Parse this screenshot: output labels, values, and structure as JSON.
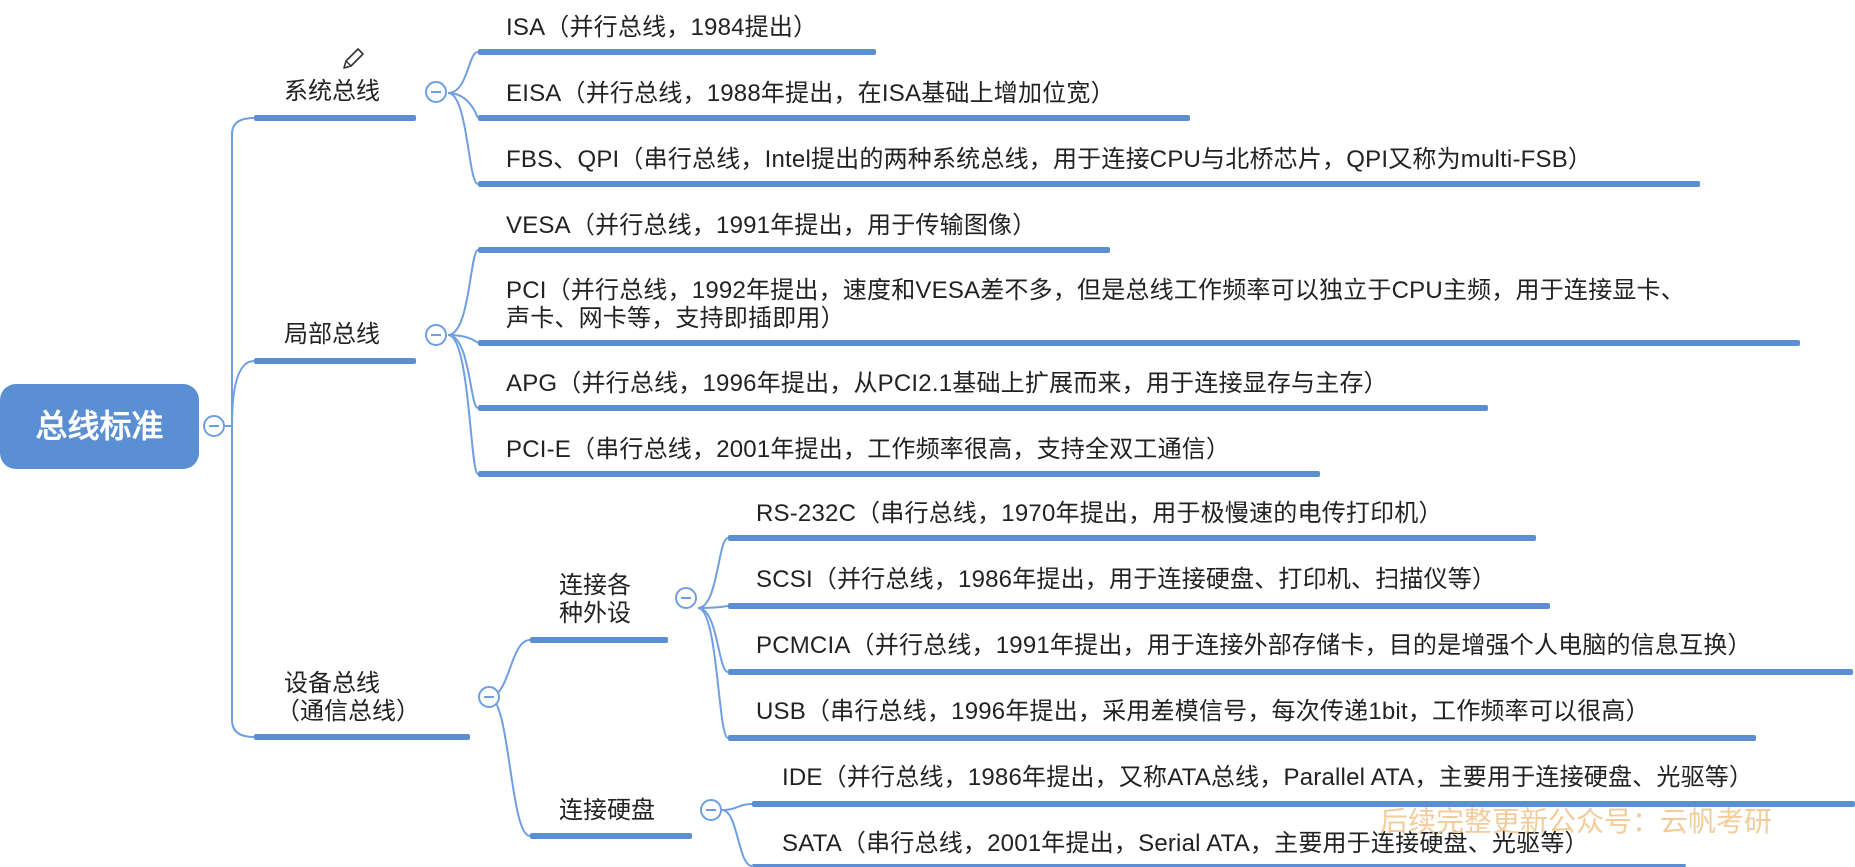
{
  "colors": {
    "accent": "#5b8fd4",
    "line": "#6f9fe0",
    "watermark": "#f2cc9a"
  },
  "root": {
    "label": "总线标准"
  },
  "branches": {
    "system": {
      "label": "系统总线",
      "items": [
        "ISA（并行总线，1984提出）",
        "EISA（并行总线，1988年提出，在ISA基础上增加位宽）",
        "FBS、QPI（串行总线，Intel提出的两种系统总线，用于连接CPU与北桥芯片，QPI又称为multi-FSB）"
      ]
    },
    "local": {
      "label": "局部总线",
      "items": [
        "VESA（并行总线，1991年提出，用于传输图像）",
        "PCI（并行总线，1992年提出，速度和VESA差不多，但是总线工作频率可以独立于CPU主频，用于连接显卡、",
        "声卡、网卡等，支持即插即用）",
        "APG（并行总线，1996年提出，从PCI2.1基础上扩展而来，用于连接显存与主存）",
        "PCI-E（串行总线，2001年提出，工作频率很高，支持全双工通信）"
      ]
    },
    "device": {
      "label_line1": "设备总线",
      "label_line2": "（通信总线）",
      "peripherals": {
        "label_line1": "连接各",
        "label_line2": "种外设",
        "items": [
          "RS-232C（串行总线，1970年提出，用于极慢速的电传打印机）",
          "SCSI（并行总线，1986年提出，用于连接硬盘、打印机、扫描仪等）",
          "PCMCIA（并行总线，1991年提出，用于连接外部存储卡，目的是增强个人电脑的信息互换）",
          "USB（串行总线，1996年提出，采用差模信号，每次传递1bit，工作频率可以很高）"
        ]
      },
      "disk": {
        "label": "连接硬盘",
        "items": [
          "IDE（并行总线，1986年提出，又称ATA总线，Parallel ATA，主要用于连接硬盘、光驱等）",
          "SATA（串行总线，2001年提出，Serial ATA，主要用于连接硬盘、光驱等）"
        ]
      }
    }
  },
  "watermark": "后续完整更新公众号：云帆考研",
  "icons": {
    "collapse": "minus-circle-icon",
    "edit": "pencil-icon"
  }
}
